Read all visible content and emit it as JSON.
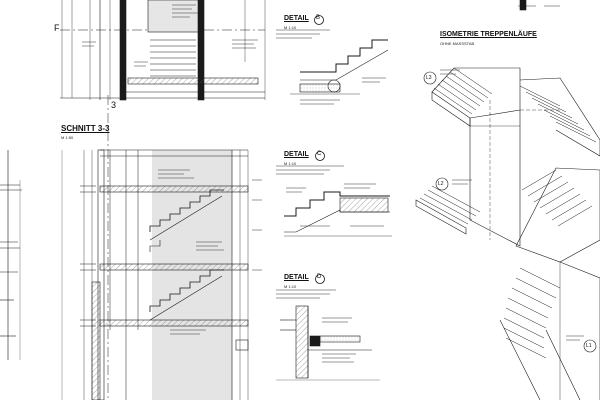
{
  "drawing": {
    "grid_letter": "F",
    "grid_number": "3",
    "section_title": "SCHNITT 3-3",
    "section_scale": "M 1:50",
    "details": [
      {
        "label": "DETAIL",
        "ref": "B",
        "scale": "M 1:10"
      },
      {
        "label": "DETAIL",
        "ref": "C",
        "scale": "M 1:10"
      },
      {
        "label": "DETAIL",
        "ref": "D",
        "scale": "M 1:10"
      }
    ],
    "iso_title": "ISOMETRIE TREPPENLÄUFE",
    "iso_subtitle": "OHNE MASSSTAB",
    "iso_tags": [
      "L3",
      "L2",
      "L1"
    ]
  },
  "colors": {
    "line": "#1a1a1a",
    "hatch": "#555555",
    "fill_grey": "#d9d9d9"
  }
}
